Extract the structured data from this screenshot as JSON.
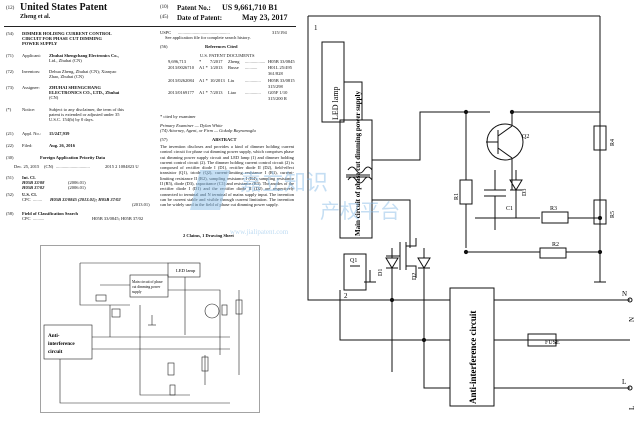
{
  "header": {
    "doc_code": "(12)",
    "doc_type": "United States Patent",
    "inventor_short": "Zheng et al.",
    "num_code": "(10)",
    "num_label": "Patent No.:",
    "num_value": "US 9,661,710 B1",
    "date_code": "(45)",
    "date_label": "Date of Patent:",
    "date_value": "May 23, 2017"
  },
  "biblio": {
    "title_code": "(54)",
    "title_lines": [
      "DIMMER HOLDING CURRENT CONTROL",
      "CIRCUIT FOR PHASE CUT DIMMING",
      "POWER SUPPLY"
    ],
    "applicant_code": "(71)",
    "applicant_label": "Applicant:",
    "applicant_lines": [
      "Zhuhai Shengchang Electronics Co.,",
      "Ltd., Zhuhai (CN)"
    ],
    "inventors_code": "(72)",
    "inventors_label": "Inventors:",
    "inventors_lines": [
      "Dehua Zheng, Zhuhai (CN); Xianyao",
      "Zhao, Zhuhai (CN)"
    ],
    "assignee_code": "(73)",
    "assignee_label": "Assignee:",
    "assignee_lines": [
      "ZHUHAI SHENGCHANG",
      "ELECTRONICS CO., LTD., Zhuhai",
      "(CN)"
    ],
    "notice_code": "(*)",
    "notice_label": "Notice:",
    "notice_lines": [
      "Subject to any disclaimer, the term of this",
      "patent is extended or adjusted under 35",
      "U.S.C. 154(b) by 0 days."
    ],
    "appl_code": "(21)",
    "appl_label": "Appl. No.:",
    "appl_value": "15/247,939",
    "filed_code": "(22)",
    "filed_label": "Filed:",
    "filed_value": "Aug. 26, 2016",
    "priority_code": "(30)",
    "priority_title": "Foreign Application Priority Data",
    "priority_date": "Dec. 25, 2015",
    "priority_country": "(CN)",
    "priority_dots": "..............................",
    "priority_number": "2015 2 1084823 U",
    "intcl_code": "(51)",
    "intcl_label": "Int. Cl.",
    "intcl_rows": [
      {
        "cls": "H05B 33/08",
        "ver": "(2006.01)"
      },
      {
        "cls": "H05B 37/02",
        "ver": "(2006.01)"
      }
    ],
    "uscl_code": "(52)",
    "uscl_label": "U.S. Cl.",
    "uscl_cpc": "CPC",
    "uscl_dots": "........",
    "uscl_line1": "H05B 33/0845 (2013.01); H05B 37/02",
    "uscl_line2": "(2013.01)",
    "field_code": "(58)",
    "field_label": "Field of Classification Search",
    "field_cpc": "CPC",
    "field_dots": "..........",
    "field_value": "H05B 33/0845; H05B 37/02"
  },
  "refs": {
    "uspc_label": "USPC",
    "uspc_dots": "..............................................",
    "uspc_value": "315/194",
    "see_app": "See application file for complete search history.",
    "section_code": "(56)",
    "section_title": "References Cited",
    "sub_title": "U.S. PATENT DOCUMENTS",
    "rows": [
      {
        "num": "9,696,713",
        "star": "*",
        "date": "7/2017",
        "name": "Zheng",
        "dots": "..................",
        "cls": "H05B 33/0845"
      },
      {
        "num": "2013/0026710",
        "star": "A1 *",
        "date": "1/2013",
        "name": "Busse",
        "dots": "...........",
        "cls": "H01L 25/495"
      },
      {
        "num": "",
        "star": "",
        "date": "",
        "name": "",
        "dots": "",
        "cls": "361/828"
      },
      {
        "num": "2013/0262084",
        "star": "A1 *",
        "date": "10/2013",
        "name": "Liu",
        "dots": "..............",
        "cls": "H05B 33/0815"
      },
      {
        "num": "",
        "star": "",
        "date": "",
        "name": "",
        "dots": "",
        "cls": "315/298"
      },
      {
        "num": "2013/0169177",
        "star": "A1 *",
        "date": "7/2013",
        "name": "Liao",
        "dots": "..............",
        "cls": "G05F 1/10"
      },
      {
        "num": "",
        "star": "",
        "date": "",
        "name": "",
        "dots": "",
        "cls": "315/200 R"
      }
    ],
    "cited_by": "* cited by examiner",
    "examiner": "Primary Examiner — Dylan White",
    "attorney": "(74) Attorney, Agent, or Firm — Gokalp Bayramoglu"
  },
  "abstract": {
    "code": "(57)",
    "title": "ABSTRACT",
    "text": "The invention discloses and provides a kind of dimmer holding current control circuit for phase cut dimming power supply, which comprises phase cut dimming power supply circuit and LED lamp (1) and dimmer holding current control circuit (2). The dimmer holding current control circuit (2) is composed of rectifier diode I (D1), rectifier diode II (D2), field-effect transistor (Q1), triode (Q2), current-limiting resistance I (R1), current-limiting resistance II (R2), sampling resistance I (R4), sampling resistance II (R5), diode (D3), capacitance (C1) and resistance (R3). The anodes of the rectifier diode I (D1) and the rectifier diode II (D2) are respectively connected to terminal and N terminal of mains supply input. The invention can be current stable and visible through current limitation. The invention can be widely used in the field of phase cut dimming power supply.",
    "claims": "2 Claims, 1 Drawing Sheet"
  },
  "thumb": {
    "led_label": "LED lamp",
    "main_label": [
      "Main circuit of phase",
      "cut dimming power",
      "supply"
    ],
    "anti_label": [
      "Anti-",
      "interference",
      "circuit"
    ]
  },
  "figure": {
    "led_label": "LED lamp",
    "main_label": "Main circuit of phase cut dimming power supply",
    "anti_label": "Anti-interference circuit",
    "fuse_label": "FUSE",
    "labels": {
      "n1": "1",
      "n2": "2",
      "r1": "R1",
      "r2": "R2",
      "r3": "R3",
      "r4": "R4",
      "r5": "R5",
      "c1": "C1",
      "d1": "D1",
      "d2": "D2",
      "d3": "D3",
      "q1": "Q1",
      "q2": "Q2",
      "l": "L",
      "n": "N",
      "in_l": "L",
      "in_n": "N"
    }
  },
  "watermark": {
    "text1": "嘉立知识",
    "text2": "产权平台",
    "url": "www.jialipatent.com"
  }
}
